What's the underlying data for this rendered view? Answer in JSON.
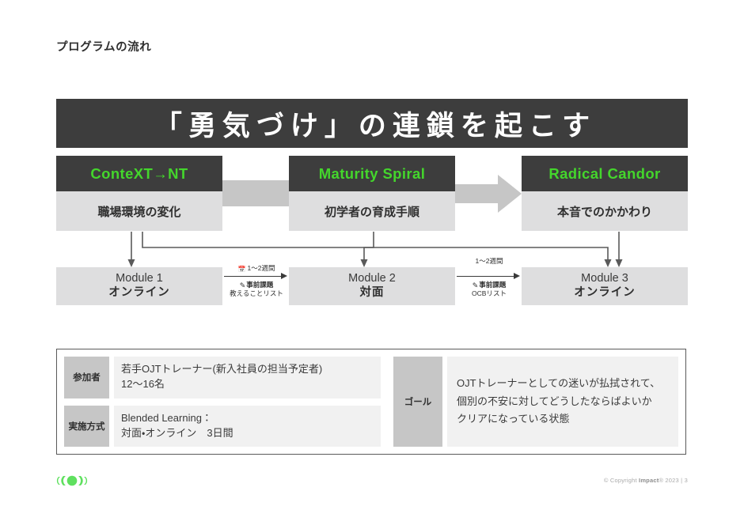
{
  "slide": {
    "title": "プログラムの流れ",
    "hero_headline": "「勇気づけ」の連鎖を起こす"
  },
  "colors": {
    "accent_green": "#44d62c",
    "dark": "#3d3d3d",
    "light_gray": "#dededf",
    "mid_gray": "#c6c6c6"
  },
  "concepts": [
    {
      "head": "ConteXT→NT",
      "body": "職場環境の変化"
    },
    {
      "head": "Maturity Spiral",
      "body": "初学者の育成手順"
    },
    {
      "head": "Radical Candor",
      "body": "本音でのかかわり"
    }
  ],
  "modules": [
    {
      "top": "Module 1",
      "bottom": "オンライン"
    },
    {
      "top": "Module 2",
      "bottom": "対面"
    },
    {
      "top": "Module 3",
      "bottom": "オンライン"
    }
  ],
  "steps": [
    {
      "duration_icon": "calendar-icon",
      "duration": "1〜2週間",
      "task_icon": "pencil-icon",
      "task": "事前課題",
      "detail": "教えることリスト"
    },
    {
      "duration_icon": "",
      "duration": "1〜2週間",
      "task_icon": "pencil-icon",
      "task": "事前課題",
      "detail": "OCBリスト"
    }
  ],
  "panel": {
    "rows": [
      {
        "tag": "参加者",
        "line1": "若手OJTトレーナー(新入社員の担当予定者)",
        "line2": "12〜16名"
      },
      {
        "tag": "実施方式",
        "line1": "Blended Learning：",
        "line2": "対面・オンライン　3日間"
      }
    ],
    "goal": {
      "tag": "ゴール",
      "line1": "OJTトレーナーとしての迷いが払拭されて、",
      "line2": "個別の不安に対してどうしたならばよいか",
      "line3": "クリアになっている状態"
    }
  },
  "footer": {
    "logo_name": "impact-logo",
    "copyright_prefix": "© Copyright ",
    "brand": "Impact",
    "copyright_suffix": "® 2023   |   3"
  }
}
